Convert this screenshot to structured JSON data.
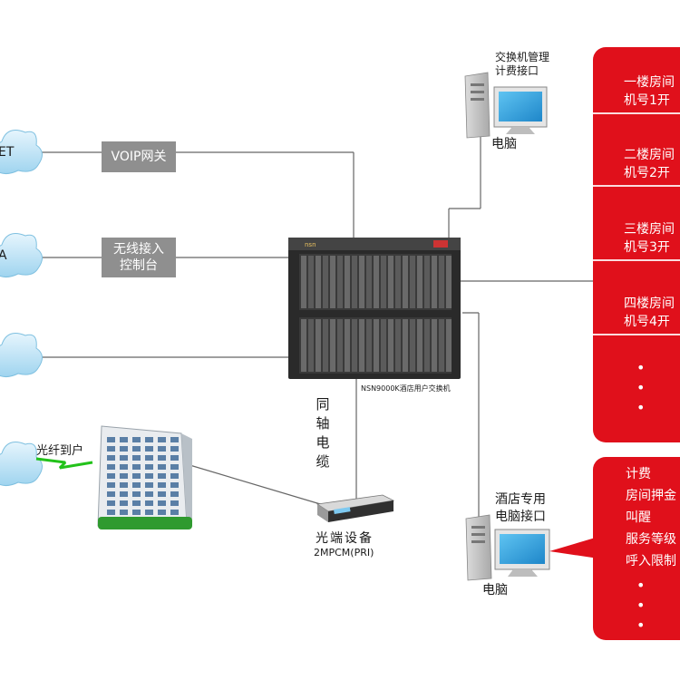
{
  "clouds": [
    {
      "label": "ET"
    },
    {
      "label": "A"
    },
    {
      "label": ""
    },
    {
      "label": ""
    }
  ],
  "gateways": {
    "voip": "VOIP网关",
    "wireless_line1": "无线接入",
    "wireless_line2": "控制台"
  },
  "switch": {
    "caption": "NSN9000K酒店用户交换机",
    "brand": "nsn"
  },
  "coax_label": [
    "同",
    "轴",
    "电",
    "缆"
  ],
  "fiber_label": "光纤到户",
  "optical": {
    "title": "光端设备",
    "model": "2MPCM(PRI)"
  },
  "pc_top": {
    "note_line1": "交换机管理",
    "note_line2": "计费接口",
    "label": "电脑"
  },
  "pc_bottom": {
    "note_line1": "酒店专用",
    "note_line2": "电脑接口",
    "label": "电脑"
  },
  "red_top": {
    "items": [
      {
        "line1": "一楼房间",
        "line2": "机号1开"
      },
      {
        "line1": "二楼房间",
        "line2": "机号2开"
      },
      {
        "line1": "三楼房间",
        "line2": "机号3开"
      },
      {
        "line1": "四楼房间",
        "line2": "机号4开"
      }
    ],
    "dots": [
      "•",
      "•",
      "•"
    ]
  },
  "red_bottom": {
    "items": [
      "计费",
      "房间押金",
      "叫醒",
      "服务等级",
      "呼入限制"
    ],
    "dots": [
      "•",
      "•",
      "•"
    ]
  },
  "colors": {
    "red": "#e0101b",
    "gray_box": "#8f8f8f",
    "line": "#666666",
    "fiber": "#22c21a"
  }
}
